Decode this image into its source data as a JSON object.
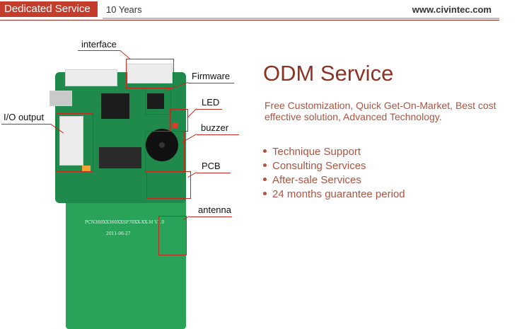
{
  "header": {
    "badge": "Dedicated Service",
    "years": "10 Years",
    "url": "www.civintec.com"
  },
  "labels": {
    "interface": "interface",
    "firmware": "Firmware",
    "led": "LED",
    "io_output": "I/O output",
    "buzzer": "buzzer",
    "pcb": "PCB",
    "antenna": "antenna"
  },
  "board": {
    "silk_line1": "PCN360XX360XXSF70XX-XX-M  V1.0",
    "silk_line2": "2011-06-27"
  },
  "odm": {
    "title": "ODM Service",
    "intro": "Free Customization, Quick Get-On-Market, Best cost effective solution, Advanced Technology.",
    "bullets": [
      "Technique Support",
      "Consulting Services",
      "After-sale Services",
      "24 months guarantee period"
    ]
  },
  "colors": {
    "accent": "#c43d2c",
    "title": "#8b3324",
    "body_text": "#b0523f",
    "pcb_green": "#2aa35a"
  }
}
